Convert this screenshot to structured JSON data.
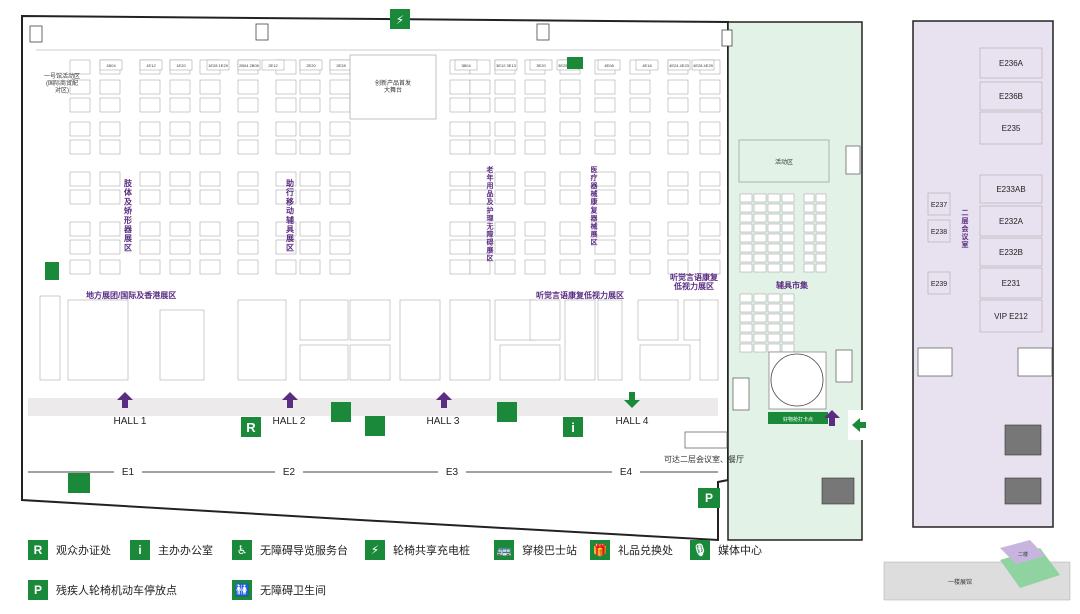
{
  "hall_labels": [
    "HALL 1",
    "HALL 2",
    "HALL 3",
    "HALL 4"
  ],
  "corridors": [
    "E1",
    "E2",
    "E3",
    "E4"
  ],
  "zones": {
    "intl_area": "一号馆活动区\n(国际商贸配\n对区)",
    "innovation_stage": "创新产品首发\n大舞台",
    "activity_area": "活动区",
    "local_zone": "地方展团/国际及香港展区",
    "hearing_zone": "听觉言语康复低视力展区",
    "hearing_zone_right": "听觉言语康复\n低视力展区",
    "aids_market": "辅具市集",
    "mobility_zone": "肢\n体\n及\n矫\n形\n器\n展\n区",
    "travel_zone": "助\n行\n移\n动\n辅\n具\n展\n区",
    "elderly_zone": "老\n年\n用\n品\n及\n护\n理\n无\n障\n碍\n展\n区",
    "medical_zone": "医\n疗\n器\n械\n康\n复\n器\n械\n展\n区",
    "meeting_zone": "二\n层\n会\n议\n室",
    "second_floor_note": "可达二层会议室、餐厅",
    "good_item_shuttle": "好物抢打卡点",
    "first_floor_label": "一楼展馆",
    "second_floor_label": "二楼"
  },
  "meeting_rooms": [
    "E236A",
    "E236B",
    "E235",
    "E233AB",
    "E232A",
    "E232B",
    "E231",
    "VIP E212"
  ],
  "small_rooms": [
    "E237",
    "E238",
    "E239"
  ],
  "booths_top": [
    "1B04",
    "1E12",
    "1E20",
    "1E28 1E29",
    "2B04 2B05",
    "2E12",
    "2E20",
    "2E28",
    "3B04",
    "3E12 3E13",
    "3E20",
    "3E25 3E21",
    "4E08",
    "4E16",
    "4E24 4E23",
    "4E28 4E29"
  ],
  "legend": [
    {
      "icon": "R",
      "label": "观众办证处"
    },
    {
      "icon": "i",
      "label": "主办办公室"
    },
    {
      "icon": "♿",
      "label": "无障碍导览服务台"
    },
    {
      "icon": "⚡",
      "label": "轮椅共享充电桩"
    },
    {
      "icon": "🚌",
      "label": "穿梭巴士站"
    },
    {
      "icon": "🎁",
      "label": "礼品兑换处"
    },
    {
      "icon": "🎙",
      "label": "媒体中心"
    },
    {
      "icon": "P",
      "label": "残疾人轮椅机动车停放点"
    },
    {
      "icon": "🚻",
      "label": "无障碍卫生间"
    }
  ],
  "colors": {
    "green": "#1a8a3a",
    "purple": "#5b2d82",
    "mint": "#e3f2e6",
    "lavender": "#e8e2f0",
    "gray": "#eceaea"
  }
}
